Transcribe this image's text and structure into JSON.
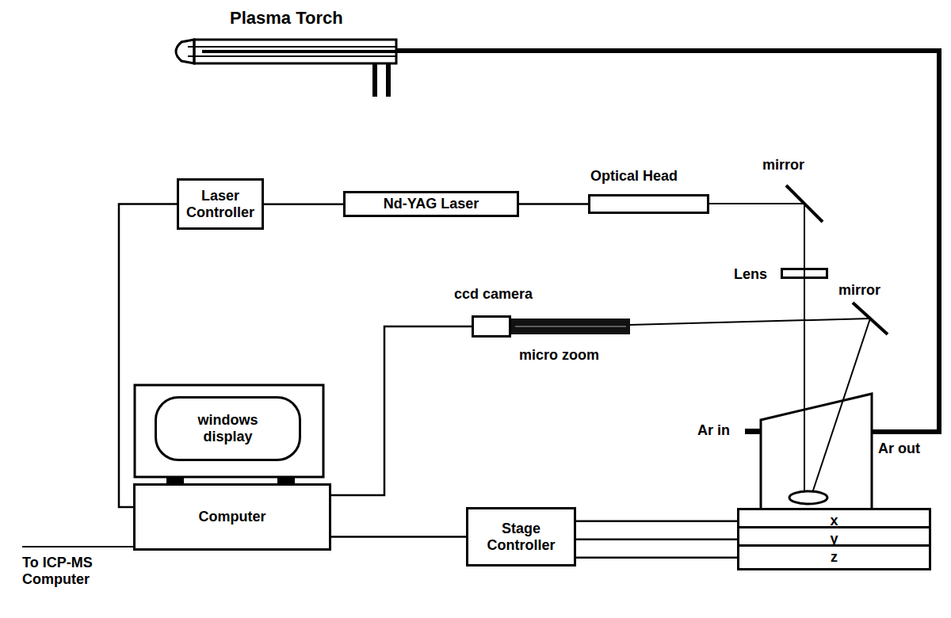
{
  "diagram": {
    "nodes": [
      {
        "text": [
          "Plasma Torch"
        ]
      },
      {
        "text": [
          "Laser Controller"
        ]
      },
      {
        "text": [
          "Nd-YAG Laser"
        ]
      },
      {
        "text": [
          "Optical Head"
        ]
      },
      {
        "text": [
          "Lens"
        ]
      },
      {
        "text": [
          "ccd camera"
        ]
      },
      {
        "text": [
          "windows display"
        ]
      },
      {
        "text": [
          "Computer"
        ]
      },
      {
        "text": [
          "Stage Controller"
        ]
      },
      {
        "text": [
          "x"
        ]
      },
      {
        "text": [
          "y"
        ]
      },
      {
        "text": [
          "z"
        ]
      }
    ],
    "edges": [
      {
        "from": 1,
        "to": 2,
        "arrow": "none"
      },
      {
        "from": 2,
        "to": 3,
        "arrow": "none"
      },
      {
        "from": 7,
        "to": 1,
        "arrow": "none"
      },
      {
        "from": 7,
        "to": 5,
        "arrow": "none"
      },
      {
        "from": 7,
        "to": 8,
        "arrow": "none"
      },
      {
        "from": 8,
        "to": 9,
        "arrow": "none"
      },
      {
        "from": 8,
        "to": 10,
        "arrow": "none"
      },
      {
        "from": 8,
        "to": 11,
        "arrow": "none"
      }
    ],
    "labels": [
      "mirror",
      "mirror",
      "micro zoom",
      "Ar in",
      "Ar out",
      "To ICP-MS Computer"
    ]
  }
}
